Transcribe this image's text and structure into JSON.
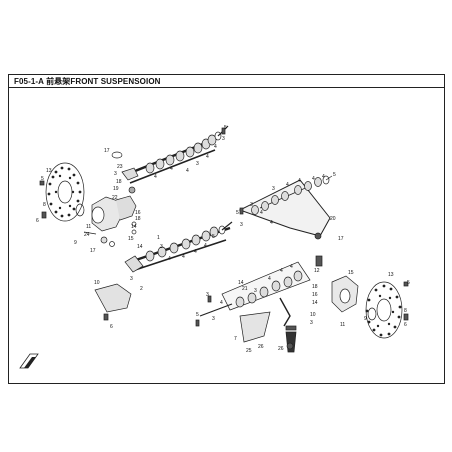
{
  "title": "F05-1-A 前悬架FRONT SUSPENSOION",
  "callouts": [
    "1",
    "2",
    "3",
    "4",
    "5",
    "6",
    "7",
    "8",
    "9",
    "10",
    "11",
    "12",
    "13",
    "14",
    "15",
    "16",
    "17",
    "18",
    "19",
    "20",
    "21",
    "22",
    "23",
    "24",
    "25",
    "26"
  ],
  "colors": {
    "line": "#222222",
    "part_fill": "#d9d9d9",
    "dark_fill": "#555555"
  }
}
